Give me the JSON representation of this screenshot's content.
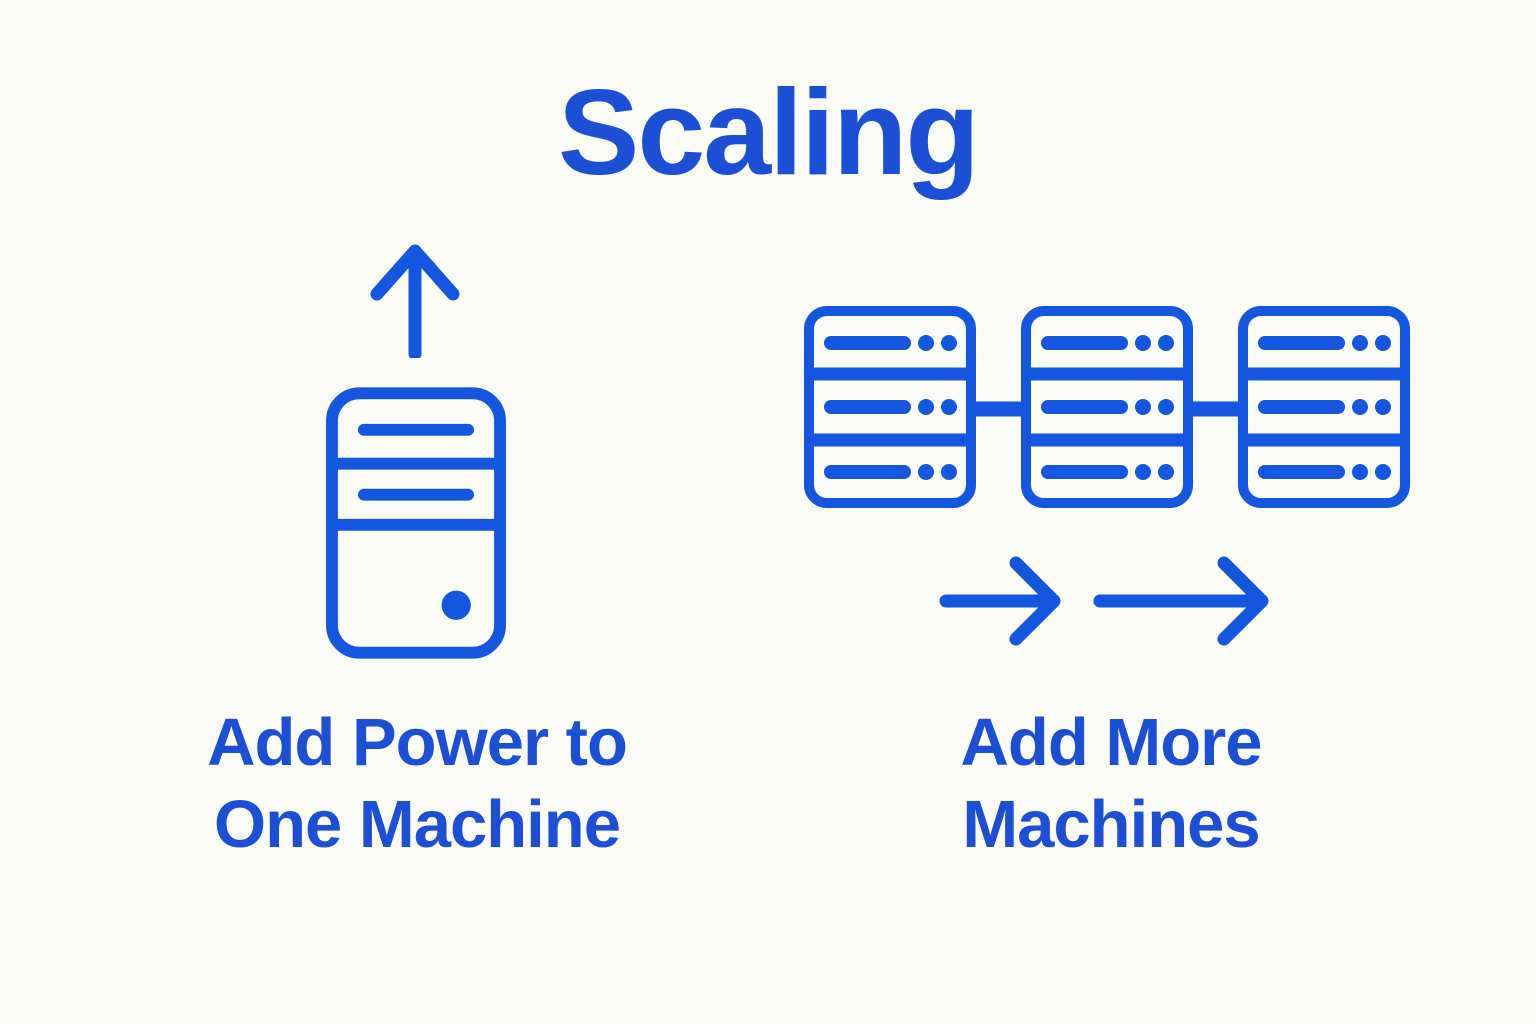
{
  "title": "Scaling",
  "colors": {
    "background": "#fafaf7",
    "accent": "#1d4fd6",
    "icon": "#1456df"
  },
  "vertical_scaling": {
    "caption": "Add Power to One Machine",
    "icons": [
      "arrow-up-icon",
      "tower-machine-icon"
    ]
  },
  "horizontal_scaling": {
    "caption": "Add More Machines",
    "icons": [
      "server-cluster-icon",
      "arrow-right-icon",
      "arrow-right-icon"
    ]
  }
}
